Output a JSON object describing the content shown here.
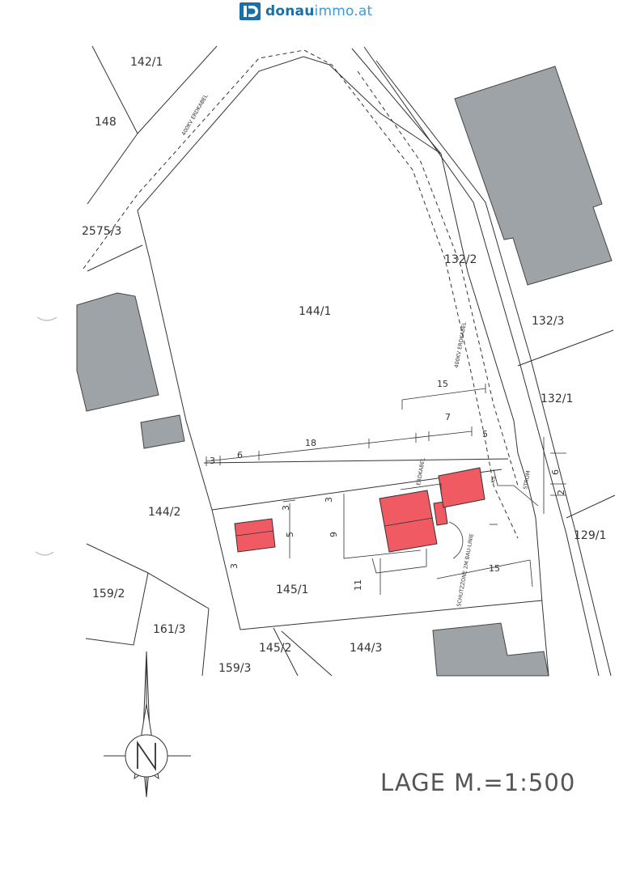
{
  "logo": {
    "part1": "donau",
    "part2": "immo.at",
    "brand_color": "#1a6fa8"
  },
  "parcels": [
    "142/1",
    "148",
    "2575/3",
    "144/1",
    "132/2",
    "132/3",
    "132/1",
    "144/2",
    "129/1",
    "159/2",
    "161/3",
    "145/1",
    "145/2",
    "144/3",
    "159/3"
  ],
  "dimensions": [
    "15",
    "18",
    "6",
    "3",
    "7",
    "5",
    "3",
    "5",
    "3",
    "9",
    "11",
    "15",
    "6",
    "3",
    "2"
  ],
  "small_labels": [
    "400KV ERDKABEL",
    "400KV ERDKABEL",
    "ERDKABEL",
    "STROM",
    "SCHUTZZONE 2M BAU-LINIE",
    "KS"
  ],
  "scale_label": "LAGE M.=1:500",
  "colors": {
    "building_existing": "#9ea3a7",
    "building_planned": "#ef5a63",
    "lines": "#333333"
  }
}
